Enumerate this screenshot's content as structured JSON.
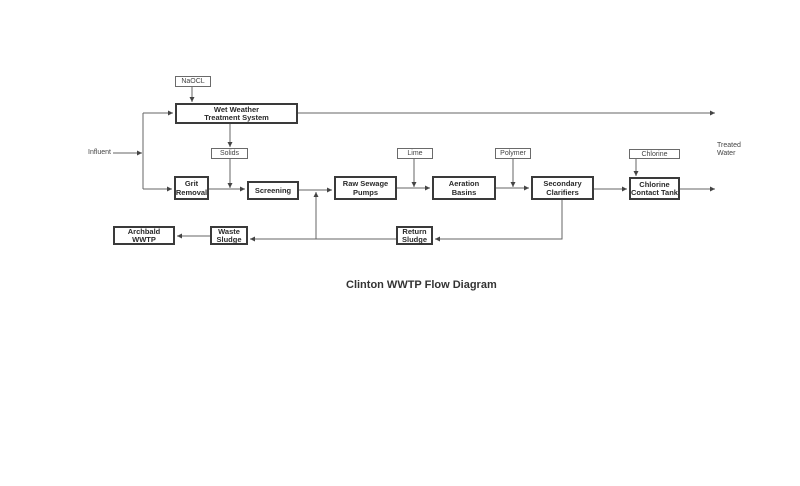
{
  "title": "Clinton WWTP Flow Diagram",
  "labels": {
    "influent": "Influent",
    "treated_water_1": "Treated",
    "treated_water_2": "Water"
  },
  "chemicals": {
    "naocl": "NaOCL",
    "solids": "Solids",
    "lime": "Lime",
    "polymer": "Polymer",
    "chlorine": "Chlorine"
  },
  "processes": {
    "wet_weather": [
      "Wet Weather",
      "Treatment System"
    ],
    "grit_removal": [
      "Grit",
      "Removal"
    ],
    "screening": [
      "Screening"
    ],
    "raw_sewage_pumps": [
      "Raw Sewage",
      "Pumps"
    ],
    "aeration_basins": [
      "Aeration",
      "Basins"
    ],
    "secondary_clarifiers": [
      "Secondary",
      "Clarifiers"
    ],
    "chlorine_contact_tank": [
      "Chlorine",
      "Contact Tank"
    ],
    "return_sludge": [
      "Return",
      "Sludge"
    ],
    "waste_sludge": [
      "Waste",
      "Sludge"
    ],
    "archbald_wwtp": [
      "Archbald",
      "WWTP"
    ]
  },
  "colors": {
    "line": "#555555",
    "box_border": "#3a3a3a"
  }
}
